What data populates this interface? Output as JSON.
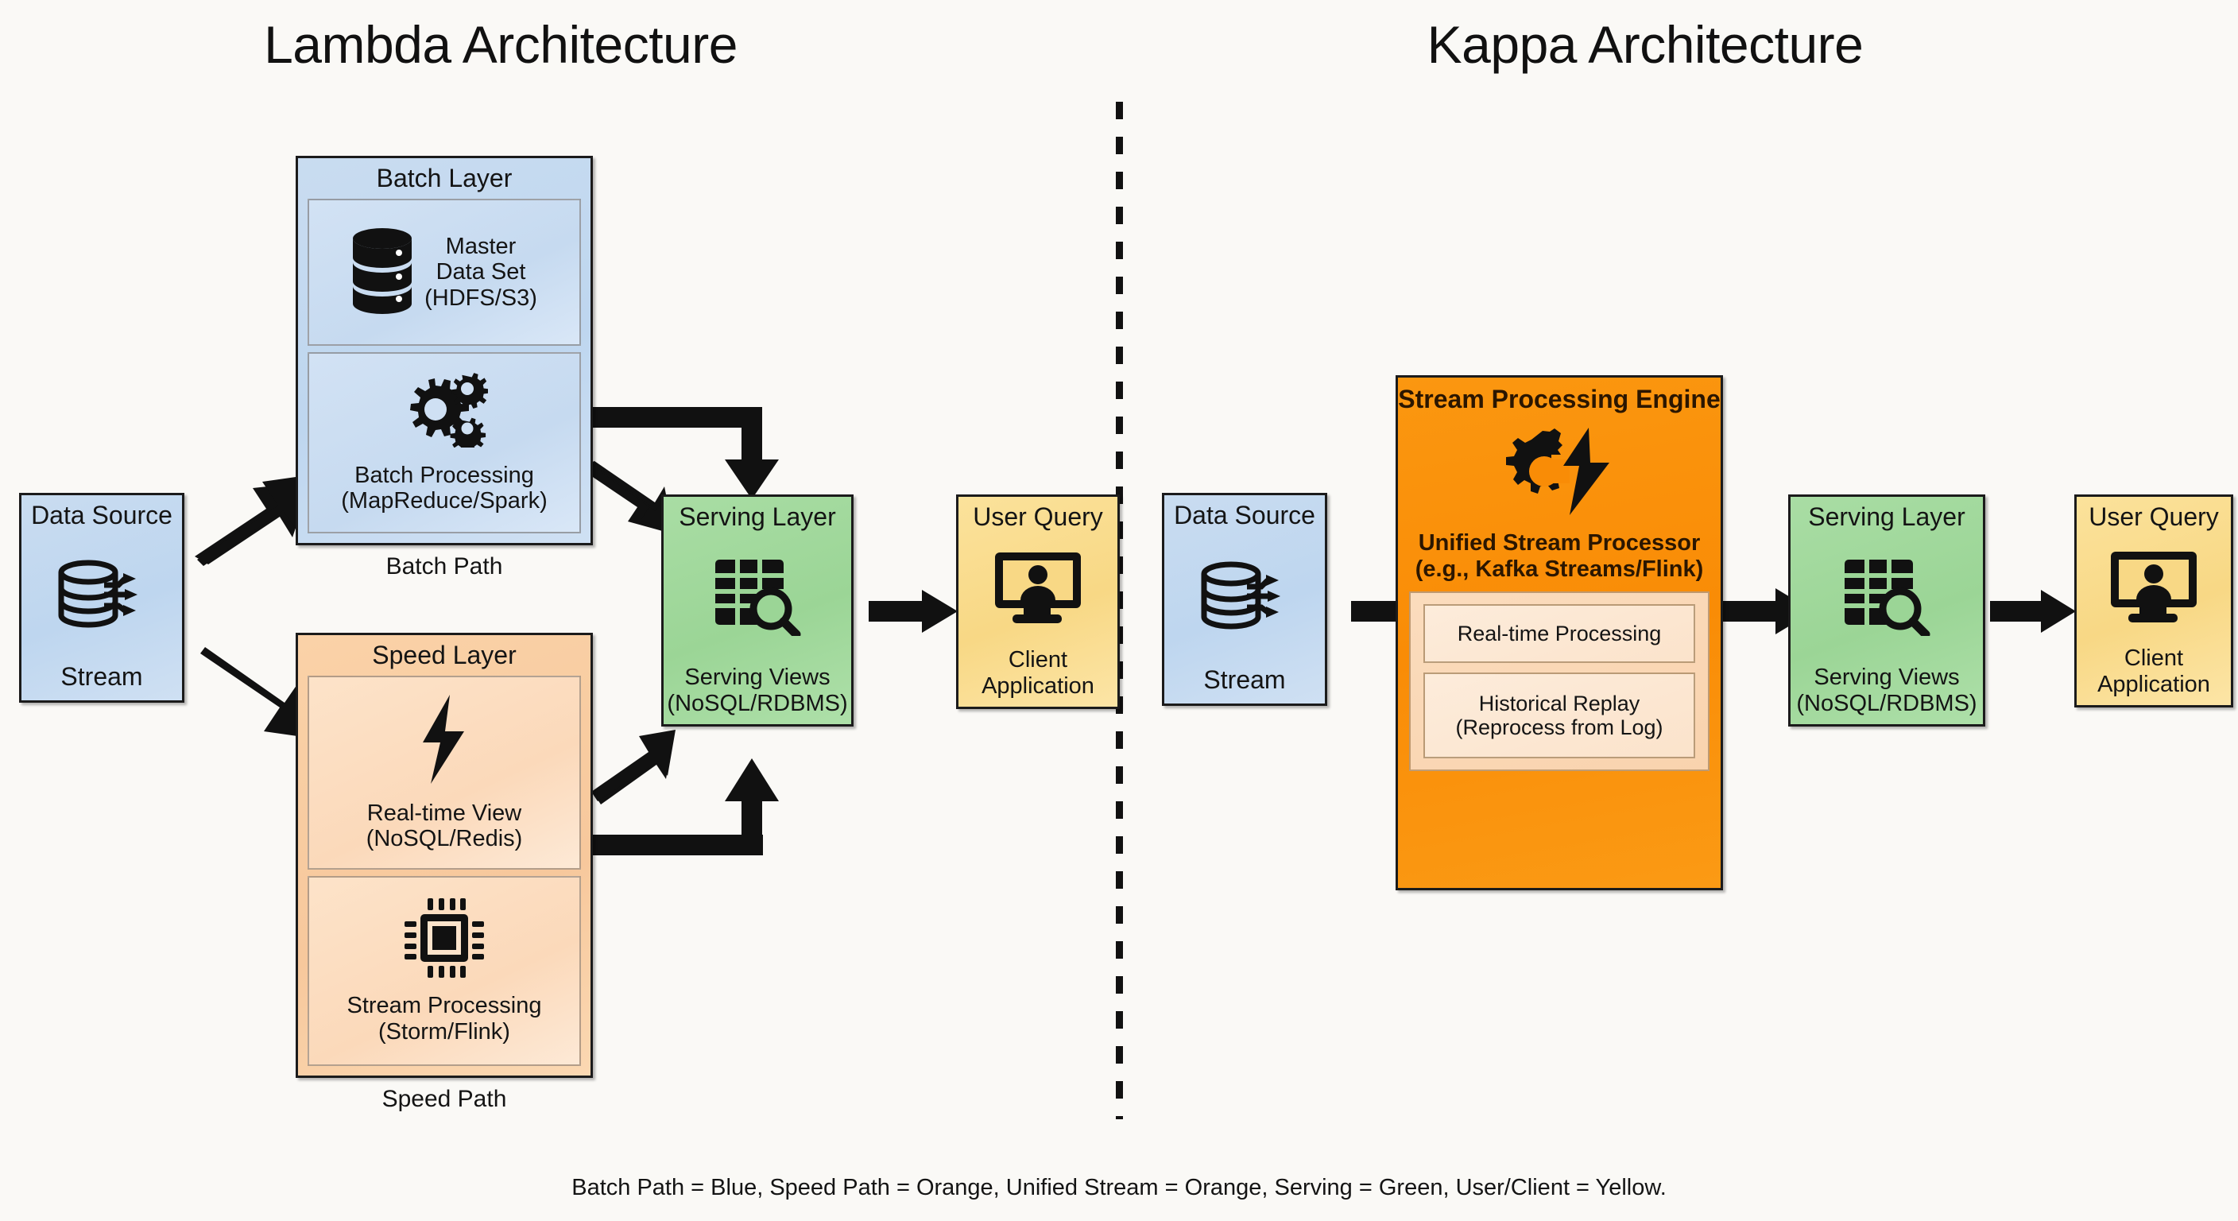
{
  "diagram": {
    "caption": "Batch Path = Blue, Speed Path = Orange, Unified Stream = Orange, Serving = Green, User/Client = Yellow.",
    "colors": {
      "batch_blue": "#c6daf0",
      "speed_orange": "#f7c89c",
      "stream_orange": "#f98c06",
      "serving_green": "#9bd596",
      "user_yellow": "#f8d885",
      "arrow_black": "#111111",
      "background": "#faf9f6"
    }
  },
  "lambda": {
    "title": "Lambda Architecture",
    "data_source": {
      "title": "Data Source",
      "icon": "database-stream-icon",
      "caption": "Stream"
    },
    "batch_layer": {
      "title": "Batch Layer",
      "path_label": "Batch Path",
      "panels": [
        {
          "icon": "database-stack-icon",
          "label": "Master",
          "label2": "Data Set",
          "sublabel": "(HDFS/S3)"
        },
        {
          "icon": "gears-icon",
          "label": "Batch Processing",
          "sublabel": "(MapReduce/Spark)"
        }
      ]
    },
    "speed_layer": {
      "title": "Speed Layer",
      "path_label": "Speed Path",
      "panels": [
        {
          "icon": "lightning-bolt-icon",
          "label": "Real-time View",
          "sublabel": "(NoSQL/Redis)"
        },
        {
          "icon": "cpu-chip-icon",
          "label": "Stream Processing",
          "sublabel": "(Storm/Flink)"
        }
      ]
    },
    "serving_layer": {
      "title": "Serving Layer",
      "icon": "table-search-icon",
      "label": "Serving Views",
      "sublabel": "(NoSQL/RDBMS)"
    },
    "user_query": {
      "title": "User Query",
      "icon": "monitor-user-icon",
      "label": "Client",
      "sublabel": "Application"
    }
  },
  "kappa": {
    "title": "Kappa Architecture",
    "data_source": {
      "title": "Data Source",
      "icon": "database-stream-icon",
      "caption": "Stream"
    },
    "stream_engine": {
      "title": "Stream Processing Engine",
      "icon": "gear-bolt-icon",
      "label": "Unified Stream Processor",
      "sublabel": "(e.g., Kafka Streams/Flink)",
      "panels": [
        {
          "label": "Real-time Processing"
        },
        {
          "label": "Historical Replay",
          "sublabel": "(Reprocess from Log)"
        }
      ]
    },
    "serving_layer": {
      "title": "Serving Layer",
      "icon": "table-search-icon",
      "label": "Serving Views",
      "sublabel": "(NoSQL/RDBMS)"
    },
    "user_query": {
      "title": "User Query",
      "icon": "monitor-user-icon",
      "label": "Client",
      "sublabel": "Application"
    }
  }
}
